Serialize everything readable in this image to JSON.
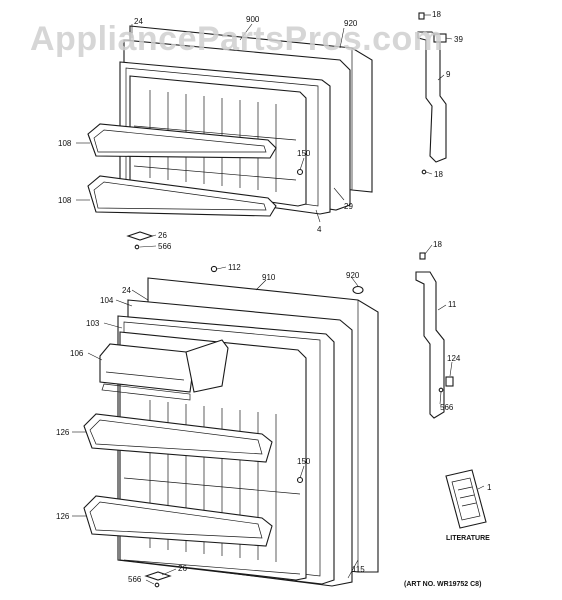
{
  "watermark": "AppliancePartsPros.com",
  "art_number": "(ART NO. WR19752 C8)",
  "literature_label": "LITERATURE",
  "labels": {
    "upper": {
      "p24": "24",
      "p900": "900",
      "p920": "920",
      "p108a": "108",
      "p108b": "108",
      "p150": "150",
      "p29": "29",
      "p4": "4",
      "p26": "26",
      "p566": "566"
    },
    "upper_hinge": {
      "p18a": "18",
      "p39": "39",
      "p9": "9",
      "p18b": "18"
    },
    "lower": {
      "p112": "112",
      "p910": "910",
      "p920": "920",
      "p24": "24",
      "p104": "104",
      "p103": "103",
      "p106": "106",
      "p126a": "126",
      "p126b": "126",
      "p150": "150",
      "p115": "115",
      "p26": "26",
      "p566": "566"
    },
    "lower_hinge": {
      "p18": "18",
      "p11": "11",
      "p124": "124",
      "p566": "566"
    },
    "literature": {
      "p1": "1"
    }
  }
}
